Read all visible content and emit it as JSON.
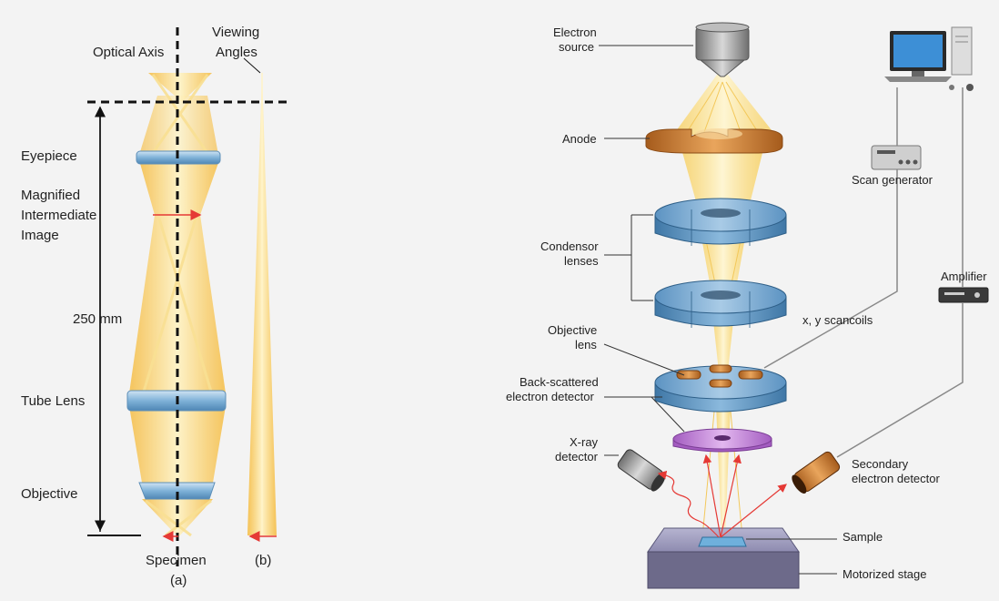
{
  "panel_a": {
    "optical_axis": "Optical Axis",
    "viewing_angles_1": "Viewing",
    "viewing_angles_2": "Angles",
    "eyepiece": "Eyepiece",
    "magnified_1": "Magnified",
    "magnified_2": "Intermediate",
    "magnified_3": "Image",
    "distance": "250 mm",
    "tube_lens": "Tube Lens",
    "objective": "Objective",
    "specimen": "Specimen",
    "caption_a": "(a)",
    "caption_b": "(b)"
  },
  "panel_sem": {
    "electron_source_1": "Electron",
    "electron_source_2": "source",
    "anode": "Anode",
    "condensor_1": "Condensor",
    "condensor_2": "lenses",
    "objective_1": "Objective",
    "objective_2": "lens",
    "bse_1": "Back-scattered",
    "bse_2": "electron detector",
    "xray_1": "X-ray",
    "xray_2": "detector",
    "scan_generator": "Scan generator",
    "amplifier": "Amplifier",
    "scancoils": "x, y scancoils",
    "secondary_1": "Secondary",
    "secondary_2": "electron detector",
    "sample": "Sample",
    "stage": "Motorized stage"
  },
  "colors": {
    "beam": "#f7c948",
    "lens": "#7fb2d8",
    "arrow": "#e53935",
    "copper": "#c97a2c",
    "purple": "#c27ad6",
    "stage": "#6d6a8a"
  }
}
